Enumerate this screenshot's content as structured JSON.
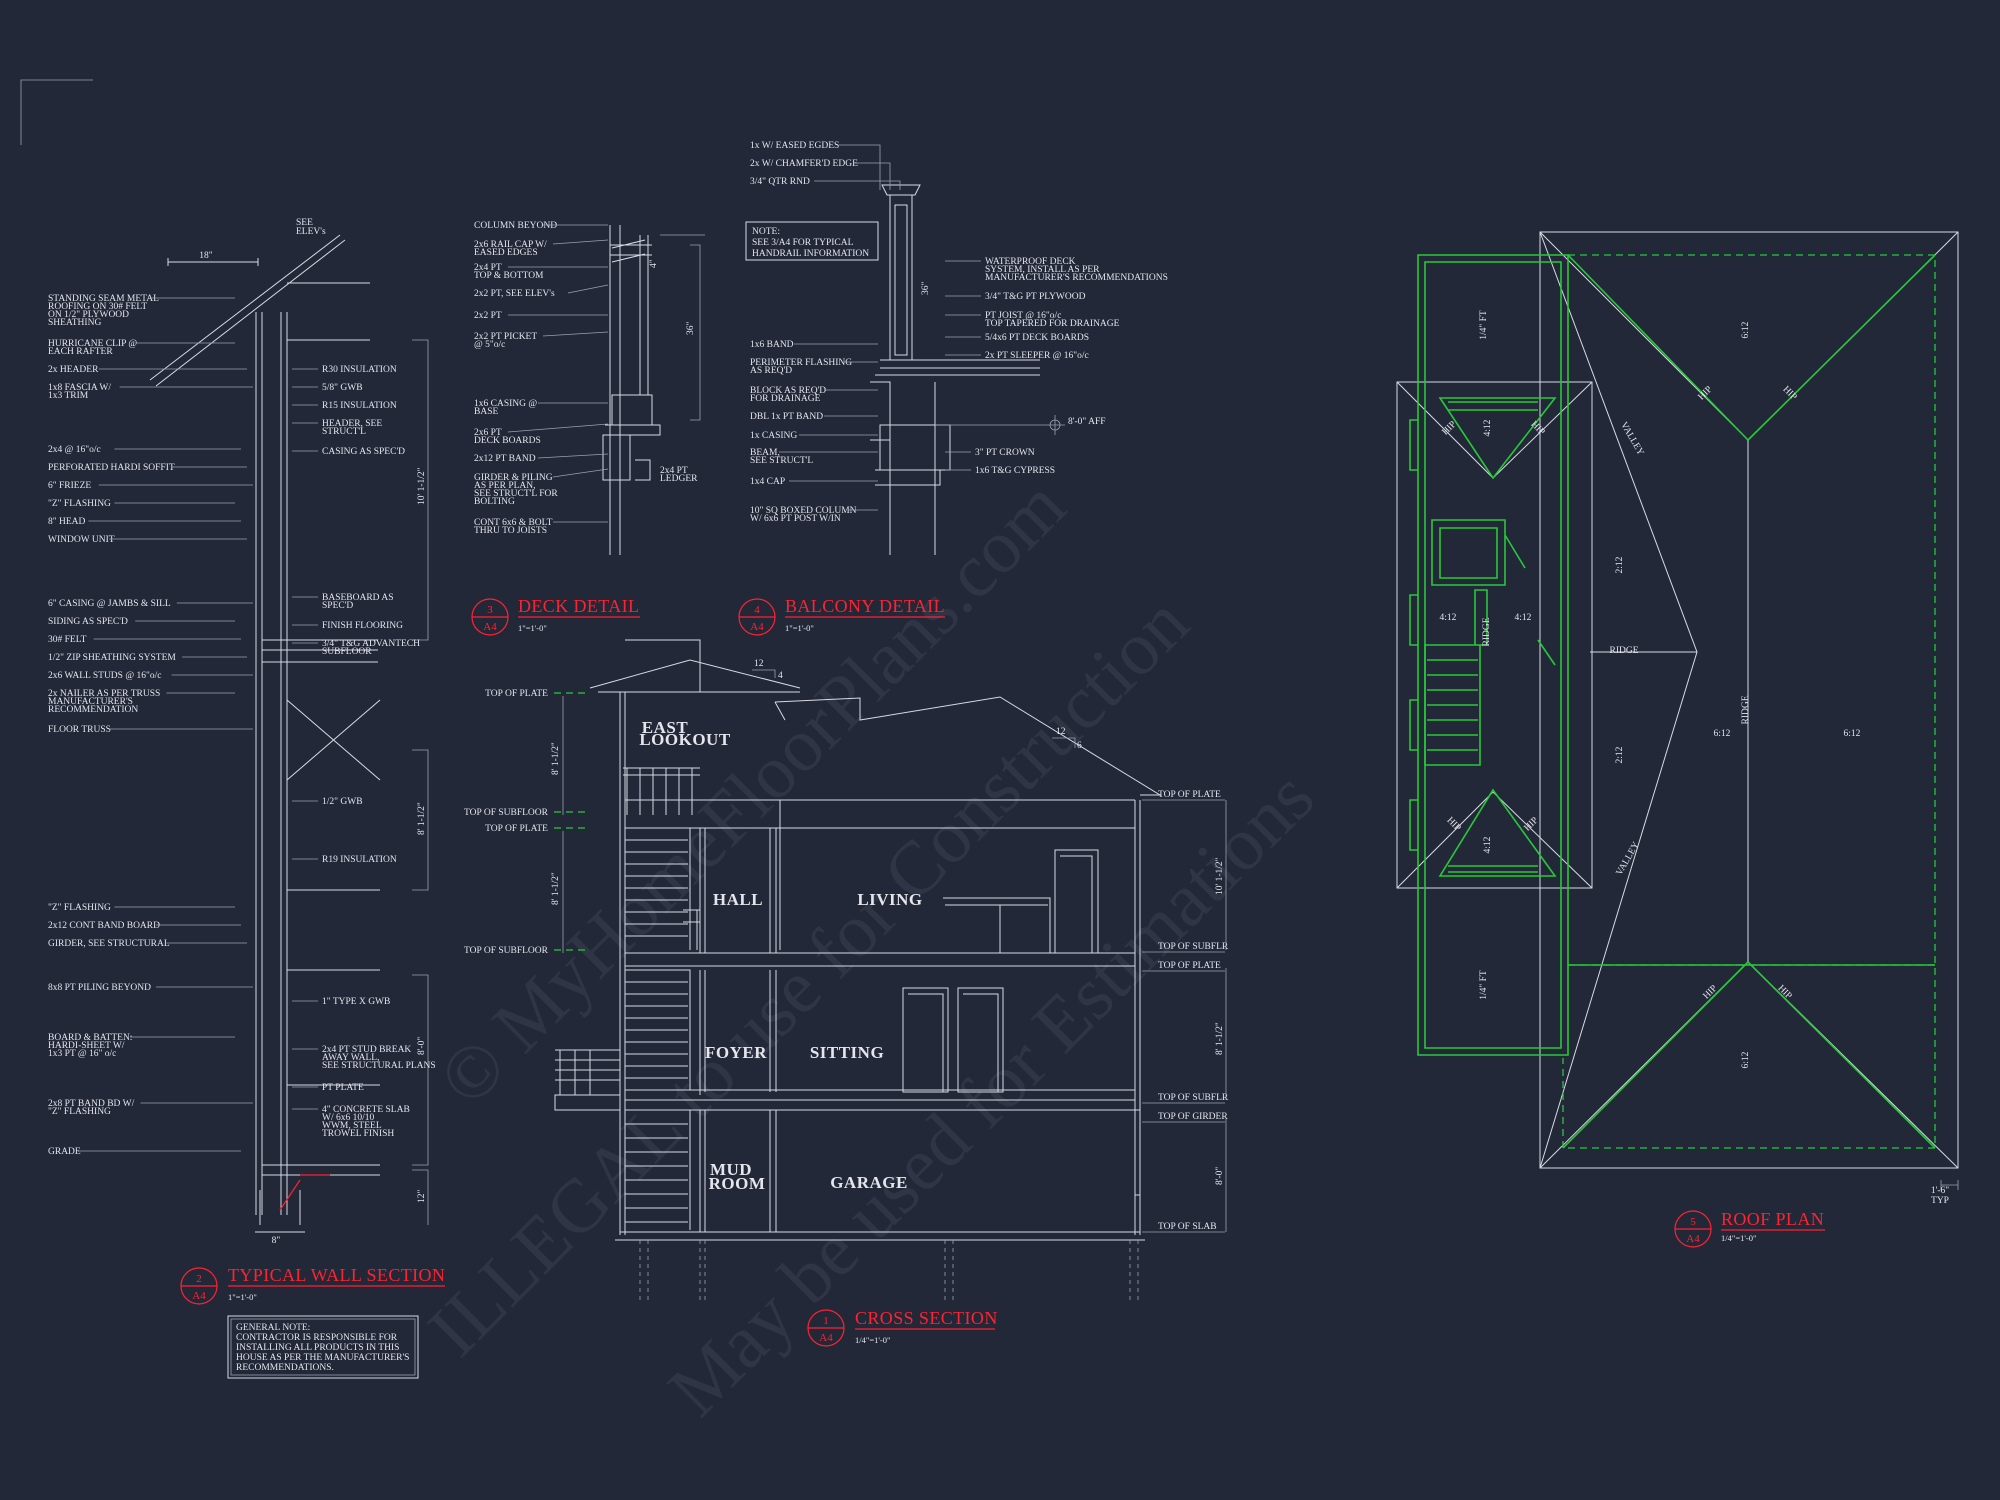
{
  "colors": {
    "background": "#232838",
    "linework": "#d7dae2",
    "titles": "#ff2230",
    "roof_outline": "#27c93a"
  },
  "watermark": [
    "© MyHomeFloorPlans.com",
    "ILLEGAL to use for Construction",
    "May be used for Estimations"
  ],
  "wall_section": {
    "title": "TYPICAL WALL SECTION",
    "num": "2",
    "sheet": "A4",
    "scale": "1\"=1'-0\"",
    "left": [
      "STANDING SEAM METAL",
      "ROOFING ON 30# FELT",
      "ON 1/2\" PLYWOOD",
      "SHEATHING",
      "HURRICANE CLIP @",
      "EACH RAFTER",
      "2x HEADER",
      "1x8 FASCIA W/",
      "1x3 TRIM",
      "2x4 @ 16\"o/c",
      "PERFORATED HARDI SOFFIT",
      "6\" FRIEZE",
      "\"Z\" FLASHING",
      "8\" HEAD",
      "WINDOW UNIT",
      "6\" CASING @ JAMBS & SILL",
      "SIDING AS SPEC'D",
      "30# FELT",
      "1/2\" ZIP SHEATHING SYSTEM",
      "2x6 WALL STUDS @ 16\"o/c",
      "2x NAILER AS PER TRUSS",
      "MANUFACTURER'S",
      "RECOMMENDATION",
      "FLOOR TRUSS",
      "\"Z\" FLASHING",
      "2x12 CONT BAND BOARD",
      "GIRDER, SEE STRUCTURAL",
      "8x8 PT PILING BEYOND",
      "BOARD & BATTEN:",
      "HARDI-SHEET W/",
      "1x3 PT @ 16\" o/c",
      "2x8 PT BAND BD W/",
      "\"Z\" FLASHING",
      "GRADE"
    ],
    "right": [
      "SEE",
      "ELEV's",
      "R30 INSULATION",
      "5/8\" GWB",
      "R15 INSULATION",
      "HEADER, SEE",
      "STRUCT'L",
      "CASING AS SPEC'D",
      "BASEBOARD AS",
      "SPEC'D",
      "FINISH FLOORING",
      "3/4\" T&G ADVANTECH",
      "SUBFLOOR",
      "1/2\" GWB",
      "R19 INSULATION",
      "1\" TYPE X GWB",
      "2x4 PT STUD BREAK",
      "AWAY WALL,",
      "SEE STRUCTURAL PLANS",
      "PT PLATE",
      "4\" CONCRETE SLAB",
      "W/ 6x6 10/10",
      "WWM, STEEL",
      "TROWEL FINISH"
    ],
    "dims": [
      "18\"",
      "10' 1-1/2\"",
      "8' 1-1/2\"",
      "8'-0\"",
      "12\"",
      "8\""
    ]
  },
  "general_note": [
    "GENERAL NOTE:",
    "CONTRACTOR IS RESPONSIBLE FOR",
    "INSTALLING ALL PRODUCTS IN THIS",
    "HOUSE AS PER THE MANUFACTURER'S",
    "RECOMMENDATIONS."
  ],
  "deck_detail": {
    "title": "DECK DETAIL",
    "num": "3",
    "sheet": "A4",
    "scale": "1\"=1'-0\"",
    "labels": [
      "COLUMN BEYOND",
      "2x6 RAIL CAP W/",
      "EASED EDGES",
      "2x4 PT",
      "TOP & BOTTOM",
      "2x2 PT, SEE ELEV's",
      "2x2 PT",
      "2x2 PT PICKET",
      "@ 5\"o/c",
      "1x6 CASING @",
      "BASE",
      "2x6 PT",
      "DECK BOARDS",
      "2x12 PT BAND",
      "GIRDER & PILING",
      "AS PER PLAN,",
      "SEE STRUCT'L FOR",
      "BOLTING",
      "CONT 6x6 & BOLT",
      "THRU TO JOISTS",
      "2x4 PT",
      "LEDGER"
    ],
    "dims": [
      "4\"",
      "36\""
    ]
  },
  "balcony_detail": {
    "title": "BALCONY DETAIL",
    "num": "4",
    "sheet": "A4",
    "scale": "1\"=1'-0\"",
    "top": [
      "1x W/ EASED EGDES",
      "2x W/ CHAMFER'D EDGE",
      "3/4\" QTR RND"
    ],
    "note": [
      "NOTE:",
      "SEE 3/A4 FOR TYPICAL",
      "HANDRAIL INFORMATION"
    ],
    "right": [
      "WATERPROOF DECK",
      "SYSTEM, INSTALL AS PER",
      "MANUFACTURER'S RECOMMENDATIONS",
      "3/4\" T&G PT PLYWOOD",
      "PT JOIST @ 16\"o/c",
      "TOP TAPERED FOR DRAINAGE",
      "5/4x6 PT DECK BOARDS",
      "2x PT SLEEPER @ 16\"o/c",
      "8'-0\" AFF",
      "3\" PT CROWN",
      "1x6 T&G CYPRESS"
    ],
    "left": [
      "1x6 BAND",
      "PERIMETER FLASHING",
      "AS REQ'D",
      "BLOCK AS REQ'D",
      "FOR DRAINAGE",
      "DBL 1x PT BAND",
      "1x CASING",
      "BEAM,",
      "SEE STRUCT'L",
      "1x4 CAP",
      "10\" SQ BOXED COLUMN",
      "W/ 6x6 PT POST W/IN"
    ],
    "dims": [
      "36\""
    ]
  },
  "cross_section": {
    "title": "CROSS SECTION",
    "num": "1",
    "sheet": "A4",
    "scale": "1/4\"=1'-0\"",
    "rooms": [
      "EAST",
      "LOOKOUT",
      "HALL",
      "LIVING",
      "FOYER",
      "SITTING",
      "MUD",
      "ROOM",
      "GARAGE"
    ],
    "left_levels": [
      "TOP OF PLATE",
      "TOP OF SUBFLOOR",
      "TOP OF PLATE",
      "TOP OF SUBFLOOR"
    ],
    "right_levels": [
      "TOP OF PLATE",
      "TOP OF SUBFLR",
      "TOP OF PLATE",
      "TOP OF SUBFLR",
      "TOP OF GIRDER",
      "TOP OF SLAB"
    ],
    "dims": [
      "8' 1-1/2\"",
      "8' 1-1/2\"",
      "10' 1-1/2\"",
      "8' 1-1/2\"",
      "8'-0\""
    ],
    "pitch": [
      "12",
      "4",
      "12",
      "6"
    ]
  },
  "roof_plan": {
    "title": "ROOF PLAN",
    "num": "5",
    "sheet": "A4",
    "scale": "1/4\"=1'-0\"",
    "labels": [
      "HIP",
      "HIP",
      "HIP",
      "HIP",
      "HIP",
      "HIP",
      "HIP",
      "HIP",
      "VALLEY",
      "VALLEY",
      "RIDGE",
      "RIDGE",
      "RIDGE",
      "4:12",
      "4:12",
      "4:12",
      "4:12",
      "2:12",
      "2:12",
      "6:12",
      "6:12",
      "6:12",
      "6:12",
      "1/4\" FT",
      "1/4\" FT",
      "1'-6\"",
      "TYP"
    ]
  }
}
